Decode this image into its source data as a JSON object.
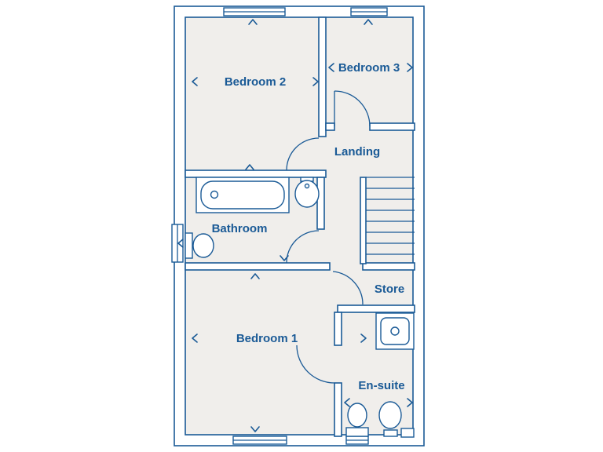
{
  "plan": {
    "rooms": {
      "bedroom2": "Bedroom 2",
      "bedroom3": "Bedroom 3",
      "landing": "Landing",
      "bathroom": "Bathroom",
      "store": "Store",
      "bedroom1": "Bedroom 1",
      "ensuite": "En-suite"
    }
  },
  "colors": {
    "line": "#1a5a96",
    "floor": "#f0eeeb",
    "background": "#ffffff"
  }
}
